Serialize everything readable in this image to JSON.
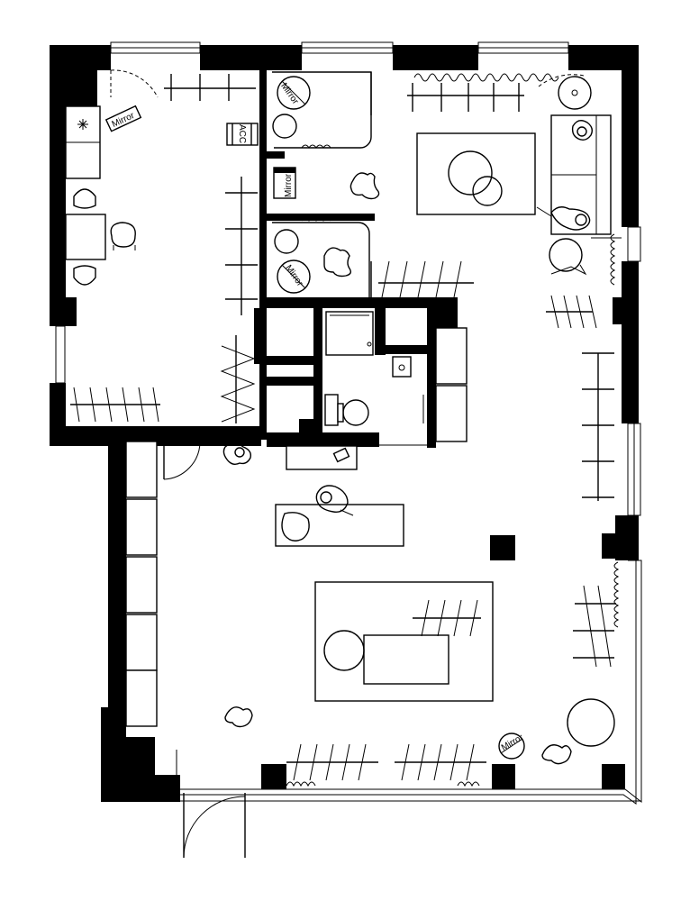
{
  "labels": {
    "mirror_entry": "Mirror",
    "mirror_fitting_1": "Mirror",
    "mirror_fitting_side": "Mirror",
    "mirror_fitting_2": "Mirror",
    "mirror_showroom": "Mirror",
    "acc": "ACC"
  }
}
